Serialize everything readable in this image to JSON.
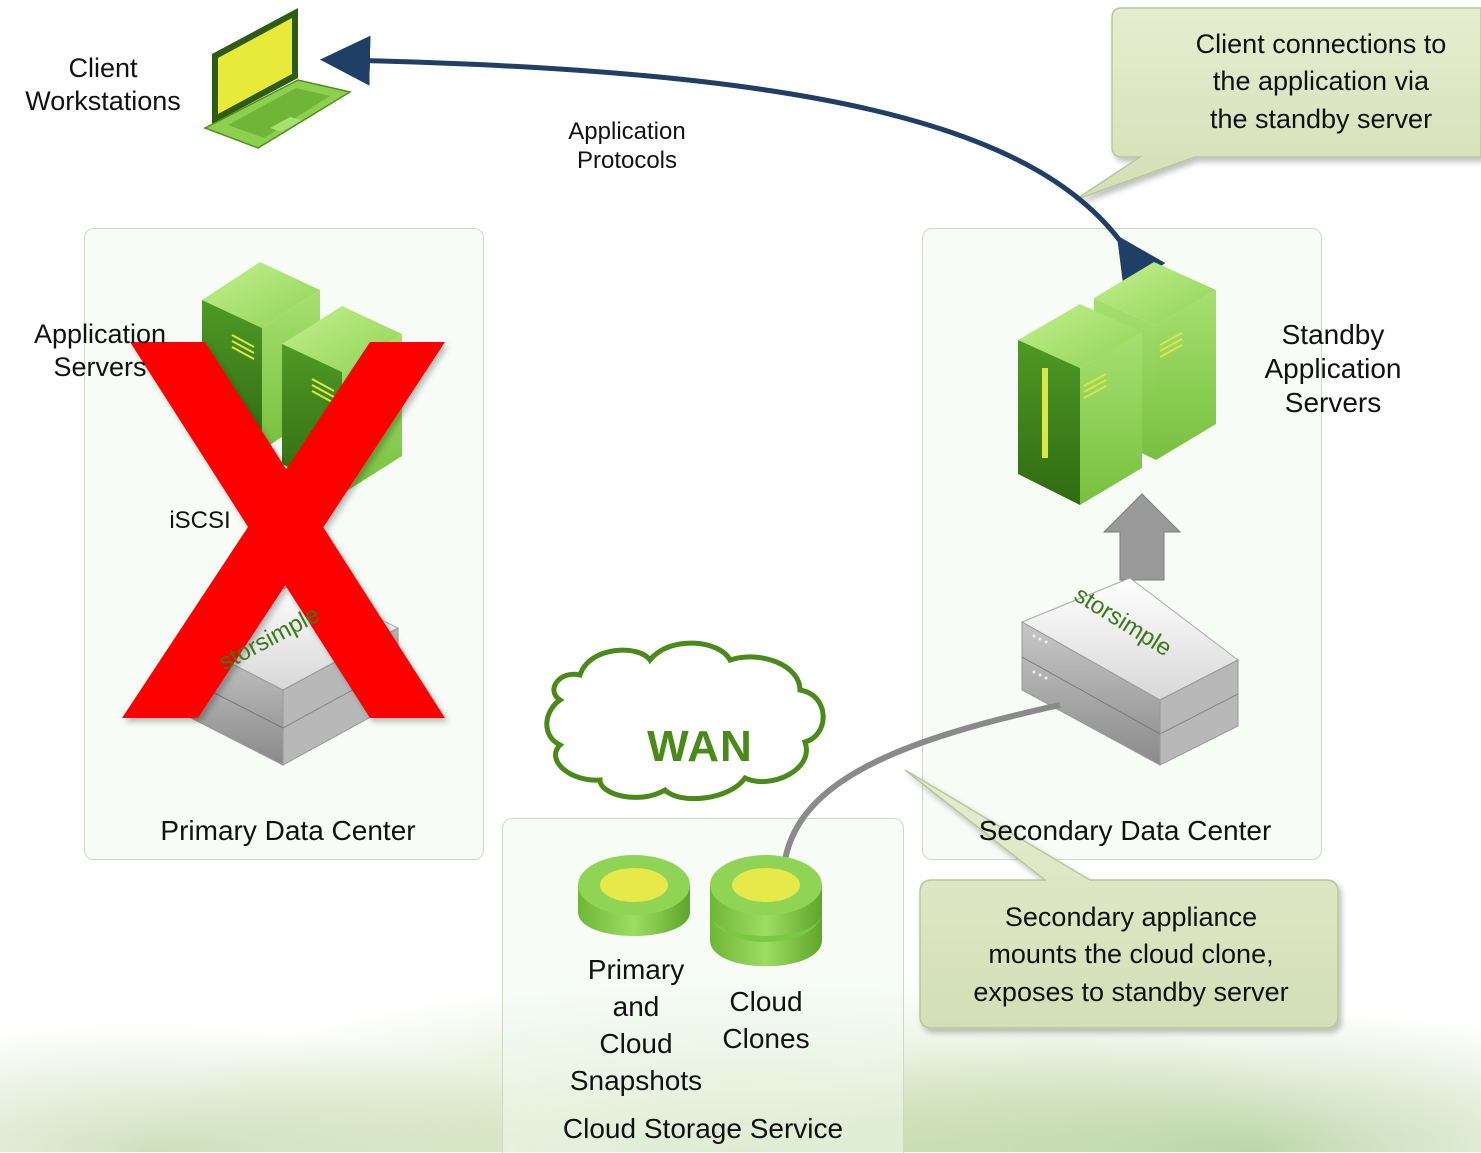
{
  "labels": {
    "client_workstations": "Client\nWorkstations",
    "application_protocols": "Application\nProtocols",
    "application_servers": "Application\nServers",
    "iscsi": "iSCSI",
    "primary_data_center": "Primary Data Center",
    "standby_application_servers": "Standby\nApplication\nServers",
    "secondary_data_center": "Secondary Data Center",
    "wan": "WAN",
    "primary_and_cloud_snapshots": "Primary\nand\nCloud\nSnapshots",
    "cloud_clones": "Cloud\nClones",
    "cloud_storage_service": "Cloud Storage Service"
  },
  "callouts": {
    "client_connections": "Client connections to\nthe application via\nthe standby server",
    "secondary_appliance": "Secondary appliance\nmounts the cloud clone,\nexposes to standby server"
  },
  "appliance_logo": "storsimple",
  "colors": {
    "server_green": "#7ac943",
    "server_dark": "#3d7a1e",
    "arrow_blue": "#1f3f66",
    "fail_red": "#ff0000",
    "callout_fill": "#dfe8c6",
    "cloud_green": "#4a8a1a"
  }
}
